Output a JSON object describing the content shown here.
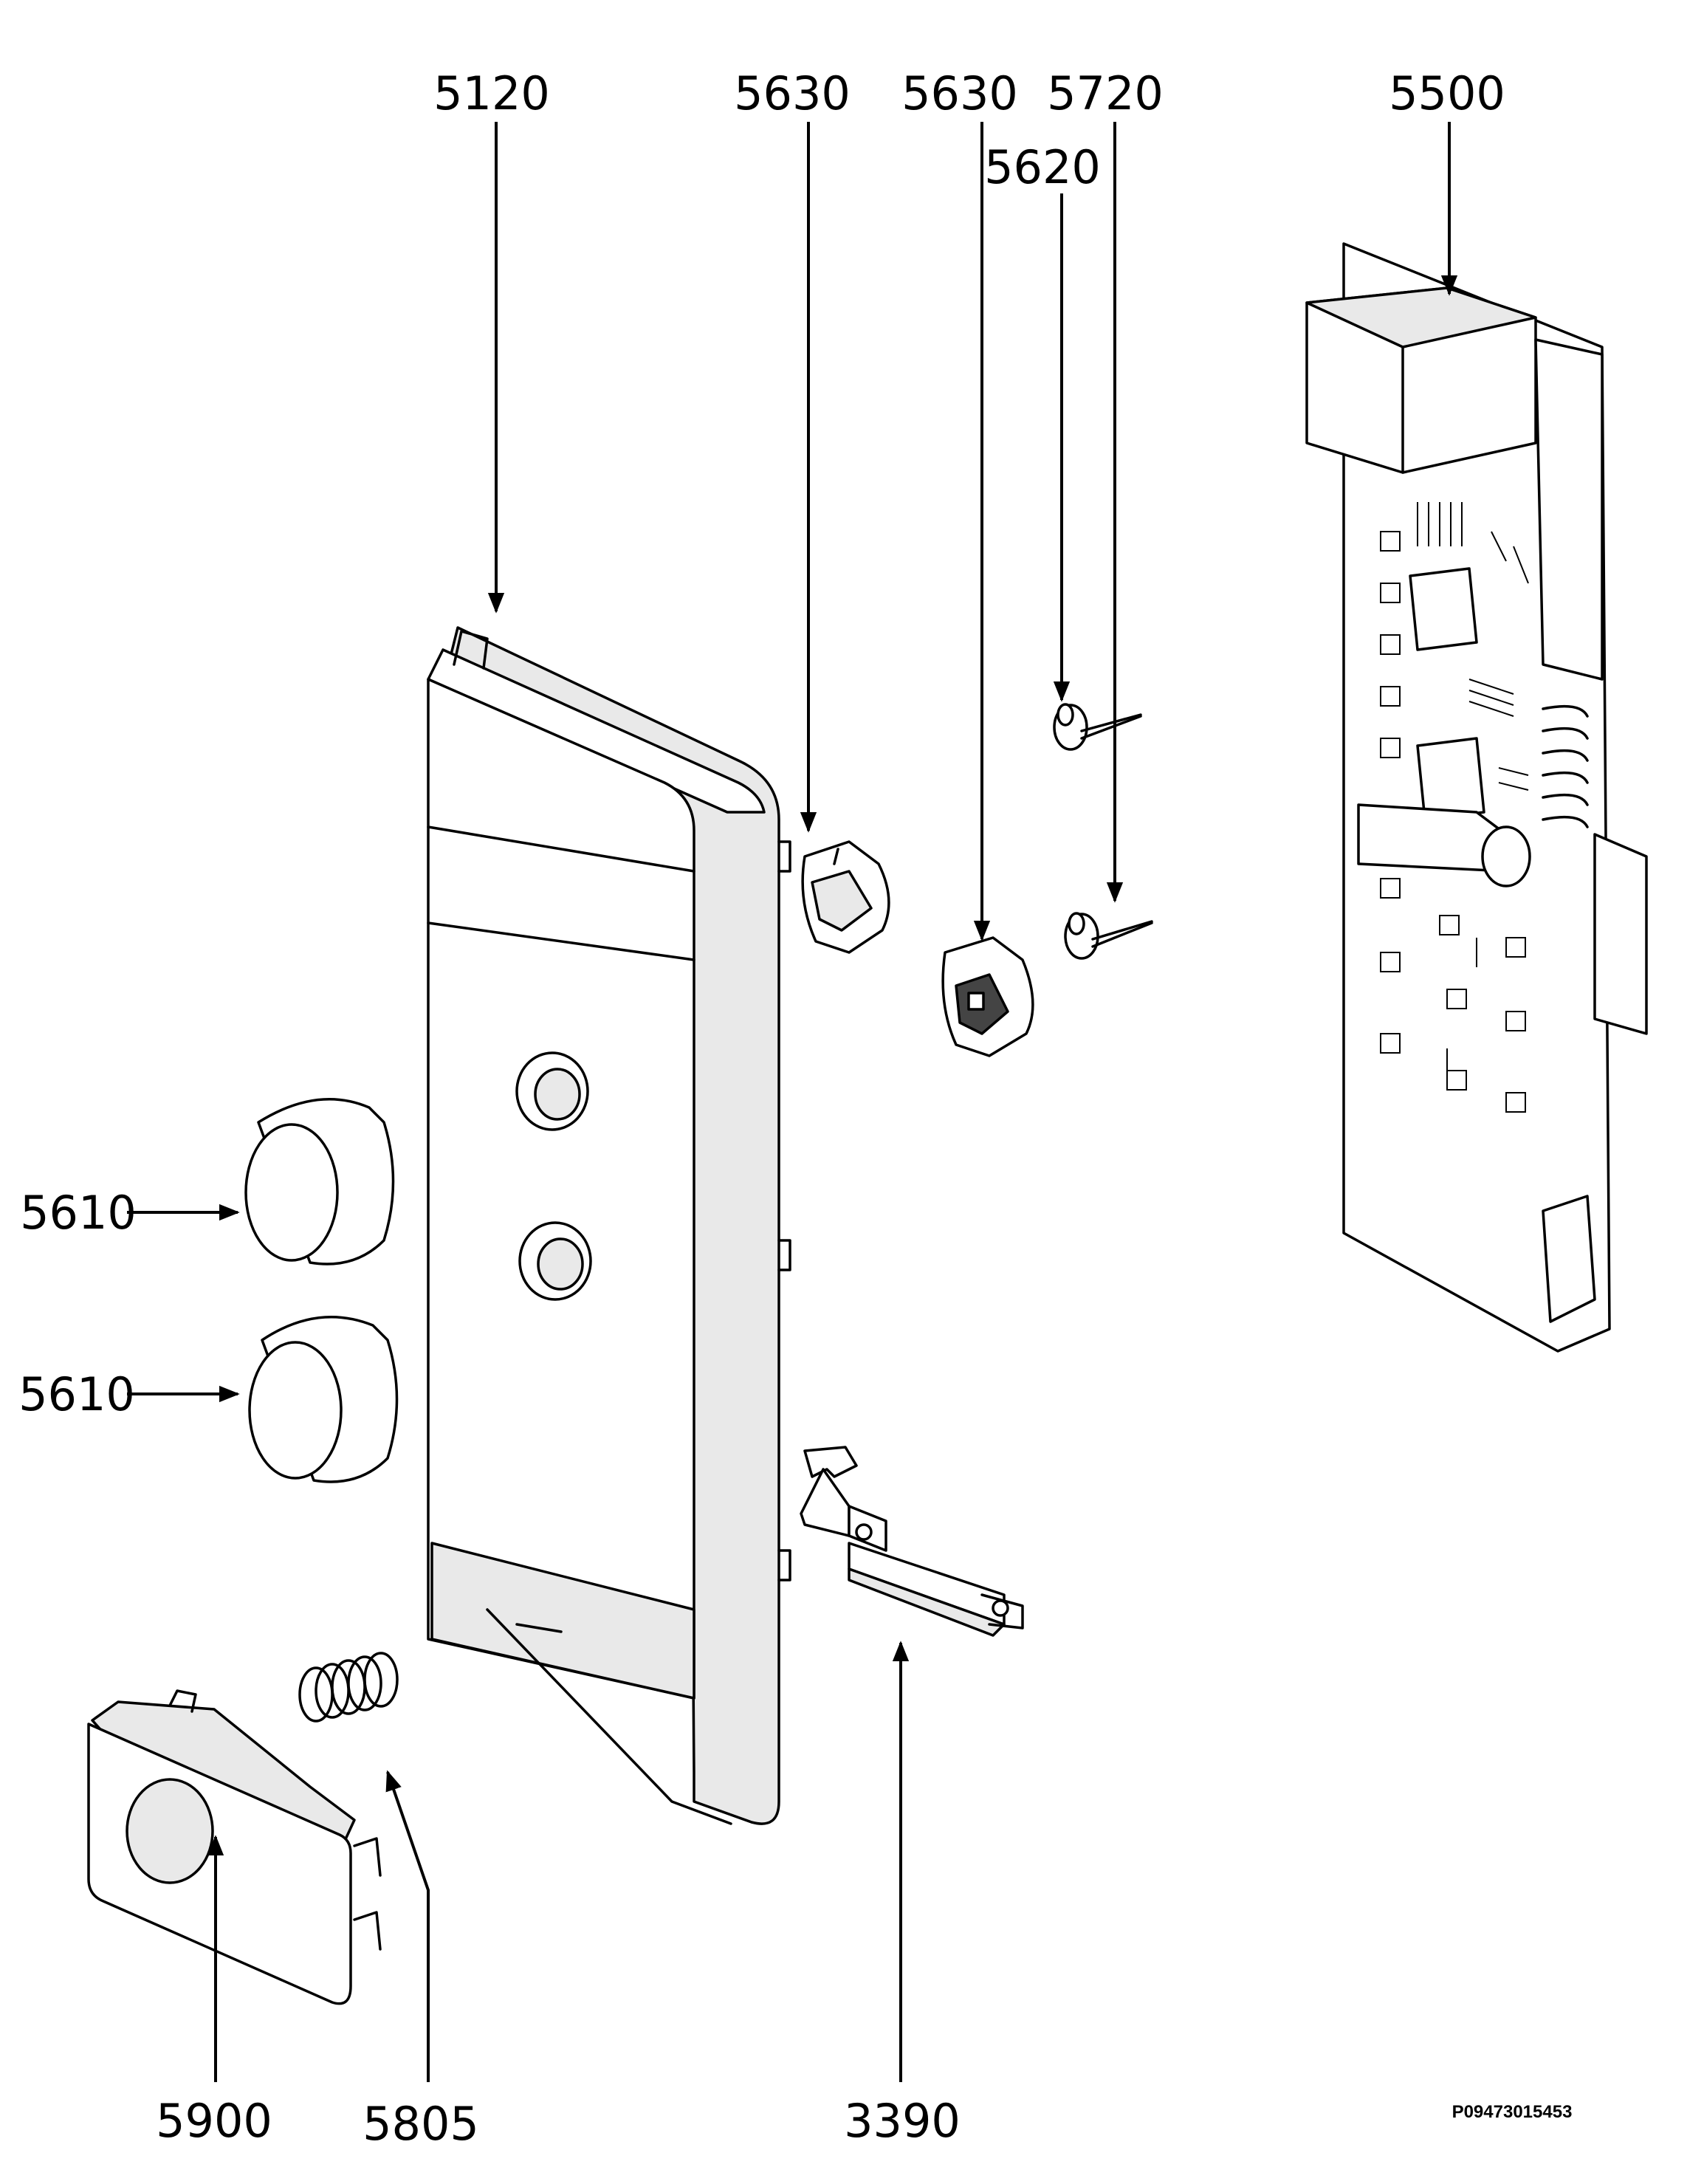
{
  "callouts": [
    {
      "id": "c5120",
      "label": "5120"
    },
    {
      "id": "c5630a",
      "label": "5630"
    },
    {
      "id": "c5630b",
      "label": "5630"
    },
    {
      "id": "c5720",
      "label": "5720"
    },
    {
      "id": "c5620",
      "label": "5620"
    },
    {
      "id": "c5500",
      "label": "5500"
    },
    {
      "id": "c5610a",
      "label": "5610"
    },
    {
      "id": "c5610b",
      "label": "5610"
    },
    {
      "id": "c5900",
      "label": "5900"
    },
    {
      "id": "c5805",
      "label": "5805"
    },
    {
      "id": "c3390",
      "label": "3390"
    }
  ],
  "drawing_id": "P09473015453"
}
